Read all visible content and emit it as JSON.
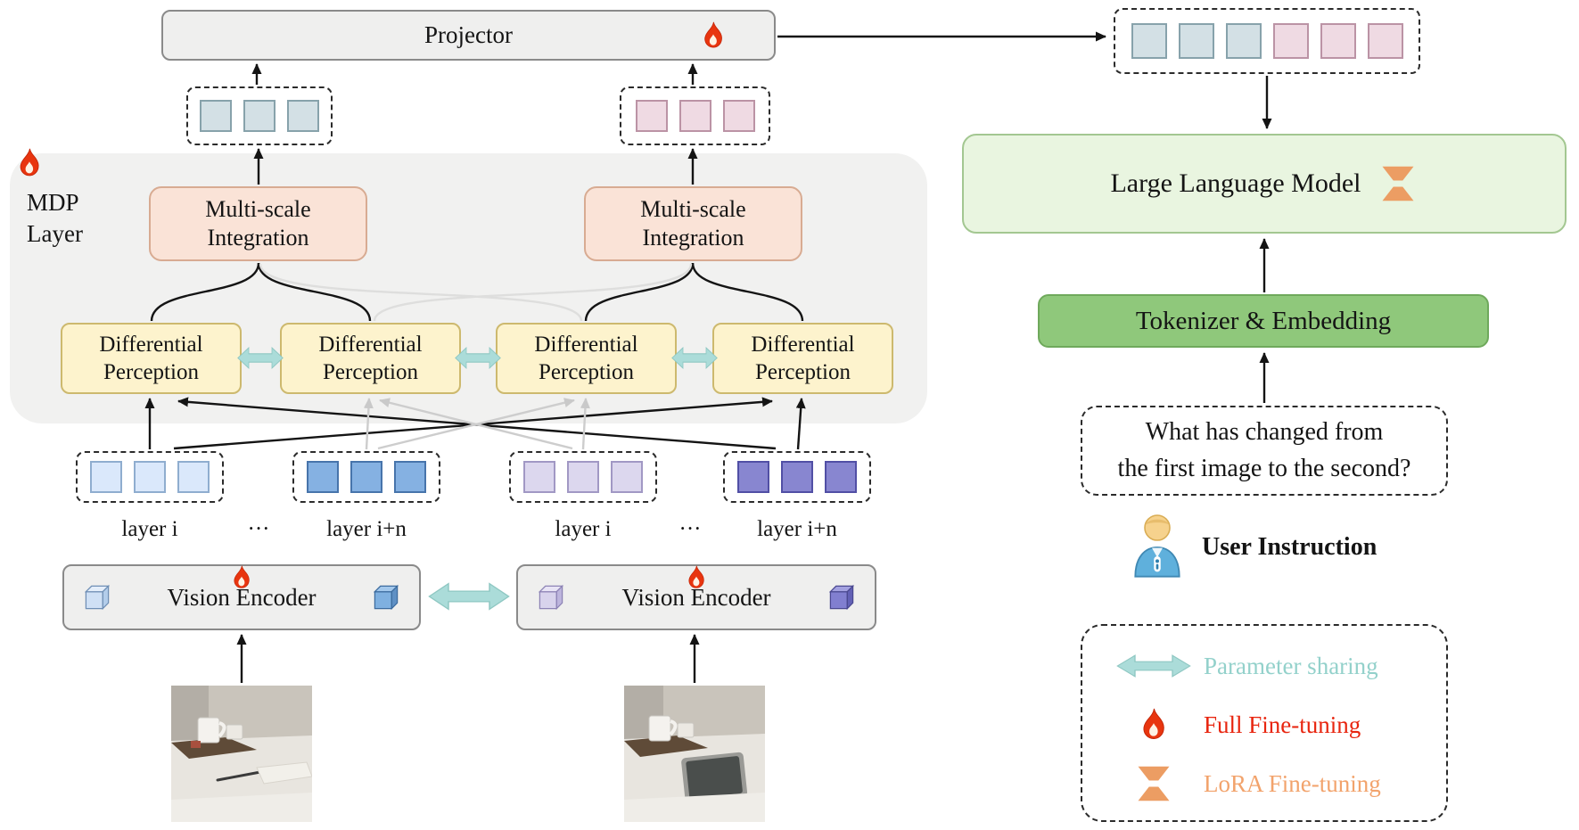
{
  "projector": {
    "label": "Projector"
  },
  "mdp_layer": {
    "label": "MDP\nLayer"
  },
  "multi_scale_integration": {
    "label": "Multi-scale\nIntegration"
  },
  "differential_perception": {
    "label": "Differential\nPerception"
  },
  "layer_labels": {
    "layer_i": "layer i",
    "ellipsis": "···",
    "layer_i_n": "layer i+n"
  },
  "vision_encoder": {
    "label": "Vision Encoder"
  },
  "llm": {
    "label": "Large Language Model"
  },
  "tokenizer": {
    "label": "Tokenizer & Embedding"
  },
  "user_instruction": {
    "question": "What has changed from\nthe first image to the second?",
    "label": "User Instruction"
  },
  "legend": {
    "parameter_sharing": "Parameter sharing",
    "full_finetuning": "Full Fine-tuning",
    "lora_finetuning": "LoRA Fine-tuning"
  },
  "icons": {
    "flame": "full-fine-tuning-flame-icon",
    "lora": "lora-trapezoid-pair-icon",
    "parameter_sharing": "teal-double-arrow-icon",
    "user": "person-icon",
    "vision_encoder": "3d-cube-icons"
  },
  "colors": {
    "flame_red": "#e8350f",
    "lora_orange": "#ec9d63",
    "parameter_sharing_teal": "#abdcd9",
    "legend_teal_text": "#93d1cb",
    "legend_red_text": "#e8250f",
    "legend_orange_text": "#f2a36c",
    "msi_fill": "#fae3d7",
    "dp_fill": "#fdf3cd",
    "llm_fill": "#e9f5e0",
    "tokenizer_fill": "#8fc87b",
    "mdp_fill": "#f1f1f0"
  },
  "token_groups": {
    "msi_left_output": [
      {
        "fill": "#d3e0e5",
        "border": "#87a2ab"
      },
      {
        "fill": "#d3e0e5",
        "border": "#87a2ab"
      },
      {
        "fill": "#d3e0e5",
        "border": "#87a2ab"
      }
    ],
    "msi_right_output": [
      {
        "fill": "#efdae3",
        "border": "#bb93a5"
      },
      {
        "fill": "#efdae3",
        "border": "#bb93a5"
      },
      {
        "fill": "#efdae3",
        "border": "#bb93a5"
      }
    ],
    "llm_visual_tokens": [
      {
        "fill": "#d3e0e5",
        "border": "#87a2ab"
      },
      {
        "fill": "#d3e0e5",
        "border": "#87a2ab"
      },
      {
        "fill": "#d3e0e5",
        "border": "#87a2ab"
      },
      {
        "fill": "#efdae3",
        "border": "#bb93a5"
      },
      {
        "fill": "#efdae3",
        "border": "#bb93a5"
      },
      {
        "fill": "#efdae3",
        "border": "#bb93a5"
      }
    ],
    "image1_layer_i": [
      {
        "fill": "#dae8fb",
        "border": "#8fadcf"
      },
      {
        "fill": "#dae8fb",
        "border": "#8fadcf"
      },
      {
        "fill": "#dae8fb",
        "border": "#8fadcf"
      }
    ],
    "image1_layer_i_n": [
      {
        "fill": "#85b1e2",
        "border": "#4774ab"
      },
      {
        "fill": "#85b1e2",
        "border": "#4774ab"
      },
      {
        "fill": "#85b1e2",
        "border": "#4774ab"
      }
    ],
    "image2_layer_i": [
      {
        "fill": "#dcd7ee",
        "border": "#a198c4"
      },
      {
        "fill": "#dcd7ee",
        "border": "#a198c4"
      },
      {
        "fill": "#dcd7ee",
        "border": "#a198c4"
      }
    ],
    "image2_layer_i_n": [
      {
        "fill": "#8886d0",
        "border": "#514fa5"
      },
      {
        "fill": "#8886d0",
        "border": "#514fa5"
      },
      {
        "fill": "#8886d0",
        "border": "#514fa5"
      }
    ]
  }
}
